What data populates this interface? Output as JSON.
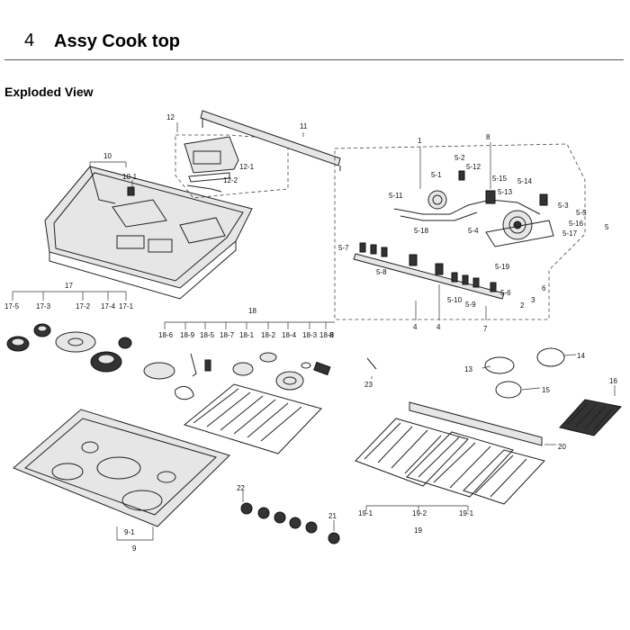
{
  "header": {
    "number": "4",
    "title": "Assy Cook top"
  },
  "section": {
    "title": "Exploded View"
  },
  "labels": {
    "l1": "1",
    "l2": "2",
    "l3": "3",
    "l4a": "4",
    "l4b": "4",
    "l5": "5",
    "l6": "6",
    "l7": "7",
    "l8": "8",
    "l9": "9",
    "l10": "10",
    "l11": "11",
    "l12": "12",
    "l13": "13",
    "l14": "14",
    "l15": "15",
    "l16": "16",
    "l17": "17",
    "l18": "18",
    "l19": "19",
    "l20": "20",
    "l21": "21",
    "l22": "22",
    "l23": "23",
    "l5_1": "5-1",
    "l5_2": "5-2",
    "l5_3": "5-3",
    "l5_4": "5-4",
    "l5_5": "5-5",
    "l5_6": "5-6",
    "l5_7": "5-7",
    "l5_8": "5-8",
    "l5_9": "5-9",
    "l5_10": "5-10",
    "l5_11": "5-11",
    "l5_12": "5-12",
    "l5_13": "5-13",
    "l5_14": "5-14",
    "l5_15": "5-15",
    "l5_16": "5-16",
    "l5_17": "5-17",
    "l5_18": "5-18",
    "l5_19": "5-19",
    "l9_1": "9-1",
    "l10_1": "10-1",
    "l12_1": "12-1",
    "l12_2": "12-2",
    "l17_1": "17-1",
    "l17_2": "17-2",
    "l17_3": "17-3",
    "l17_4": "17-4",
    "l17_5": "17-5",
    "l18_1": "18-1",
    "l18_2": "18-2",
    "l18_3": "18-3",
    "l18_4": "18-4",
    "l18_5": "18-5",
    "l18_6": "18-6",
    "l18_7": "18-7",
    "l18_8": "18-8",
    "l18_9": "18-9",
    "l19_1a": "19-1",
    "l19_1b": "19-1",
    "l19_2": "19-2"
  }
}
